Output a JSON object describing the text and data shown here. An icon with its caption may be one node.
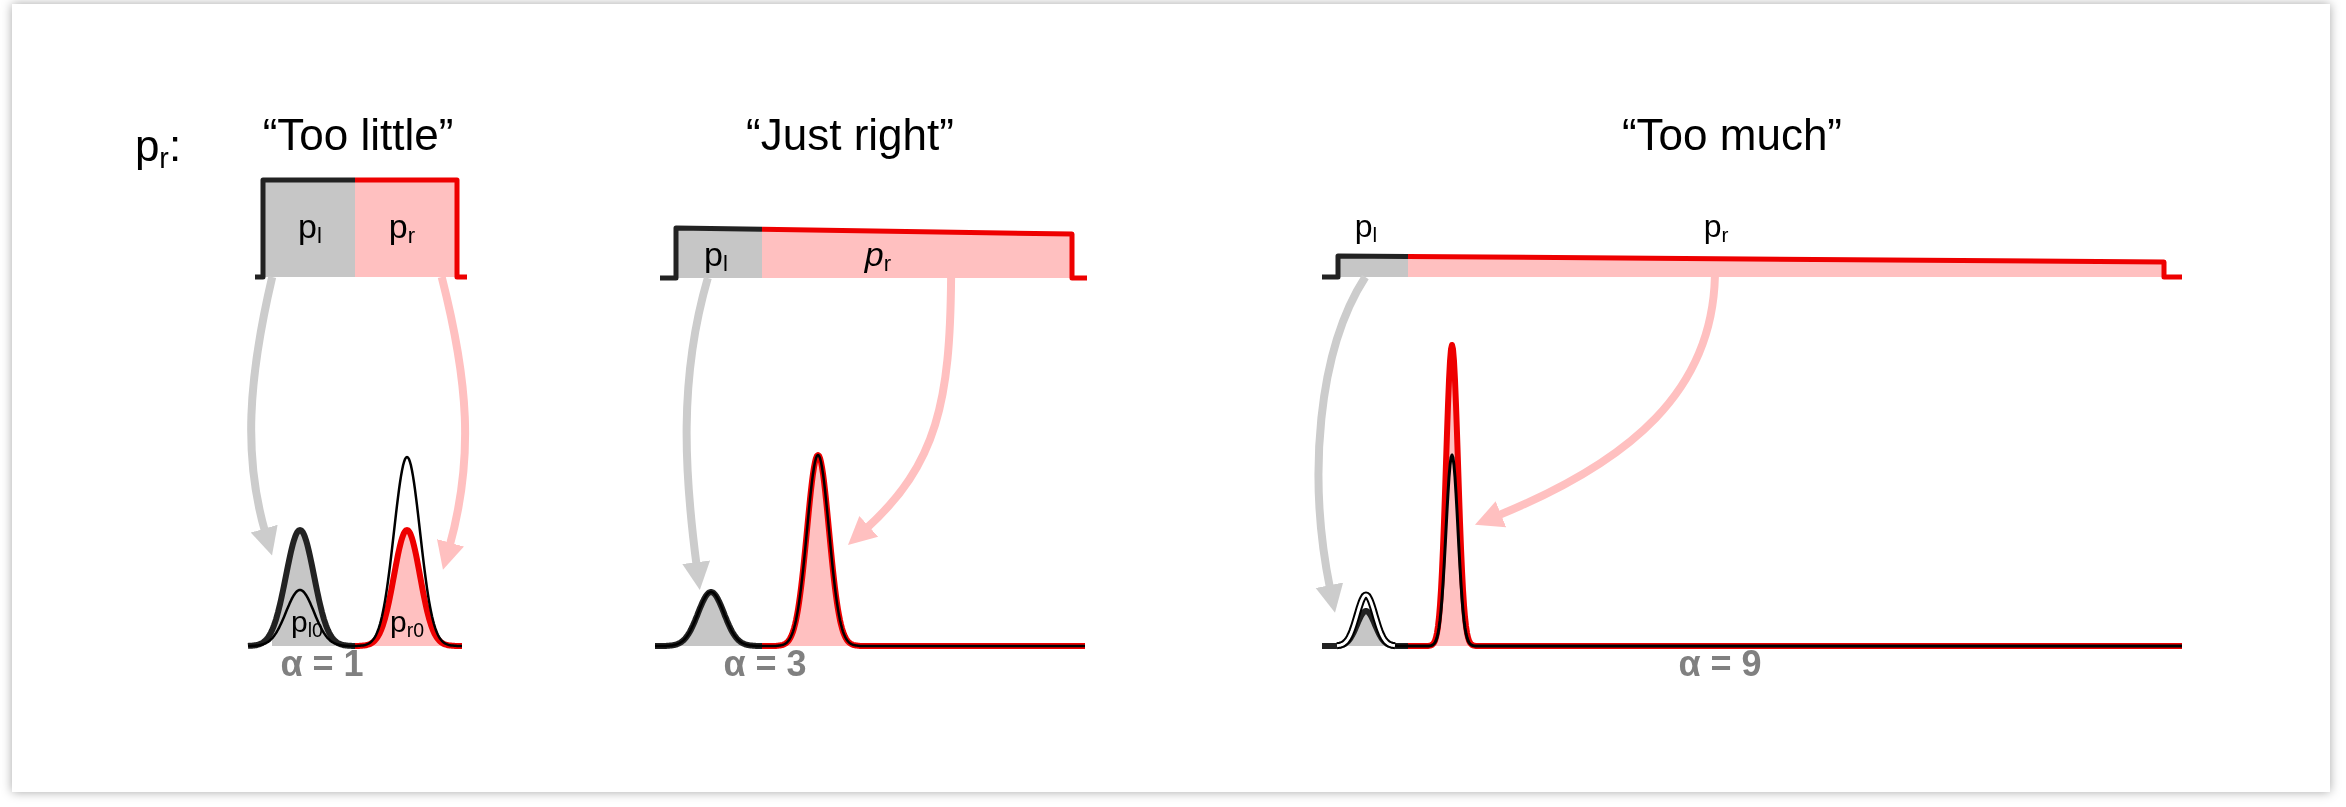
{
  "diagram": {
    "nodes": [
      {
        "text": [
          "p$_{l}$"
        ]
      },
      {
        "text": [
          "p$_{r}$"
        ]
      },
      {
        "text": [
          "p$_{l0}$"
        ]
      },
      {
        "text": [
          "p$_{r0}$"
        ]
      },
      {
        "text": [
          "p$_{l}$"
        ]
      },
      {
        "text": [
          "*p*$_{r}$"
        ]
      },
      {
        "text": [],
        "shape": "picture"
      },
      {
        "text": [],
        "shape": "picture"
      },
      {
        "text": [
          "p$_{l}$"
        ]
      },
      {
        "text": [
          "p$_{r}$"
        ]
      },
      {
        "text": [],
        "shape": "picture"
      },
      {
        "text": [],
        "shape": "picture"
      }
    ],
    "edges": [
      {
        "from": 0,
        "to": 2,
        "arrow": "to",
        "color": "#cccccc"
      },
      {
        "from": 1,
        "to": 3,
        "arrow": "to",
        "color": "#ffc0c0"
      },
      {
        "from": 4,
        "to": 6,
        "arrow": "to",
        "color": "#cccccc"
      },
      {
        "from": 5,
        "to": 7,
        "arrow": "to",
        "color": "#ffc0c0"
      },
      {
        "from": 8,
        "to": 10,
        "arrow": "to",
        "color": "#cccccc"
      },
      {
        "from": 9,
        "to": 11,
        "arrow": "to",
        "color": "#ffc0c0"
      }
    ],
    "labels": [
      "p$_{r}$:",
      "“Too little”",
      "“Just right”",
      "“Too much”",
      "α = 1",
      "α = 3",
      "α = 9"
    ]
  }
}
